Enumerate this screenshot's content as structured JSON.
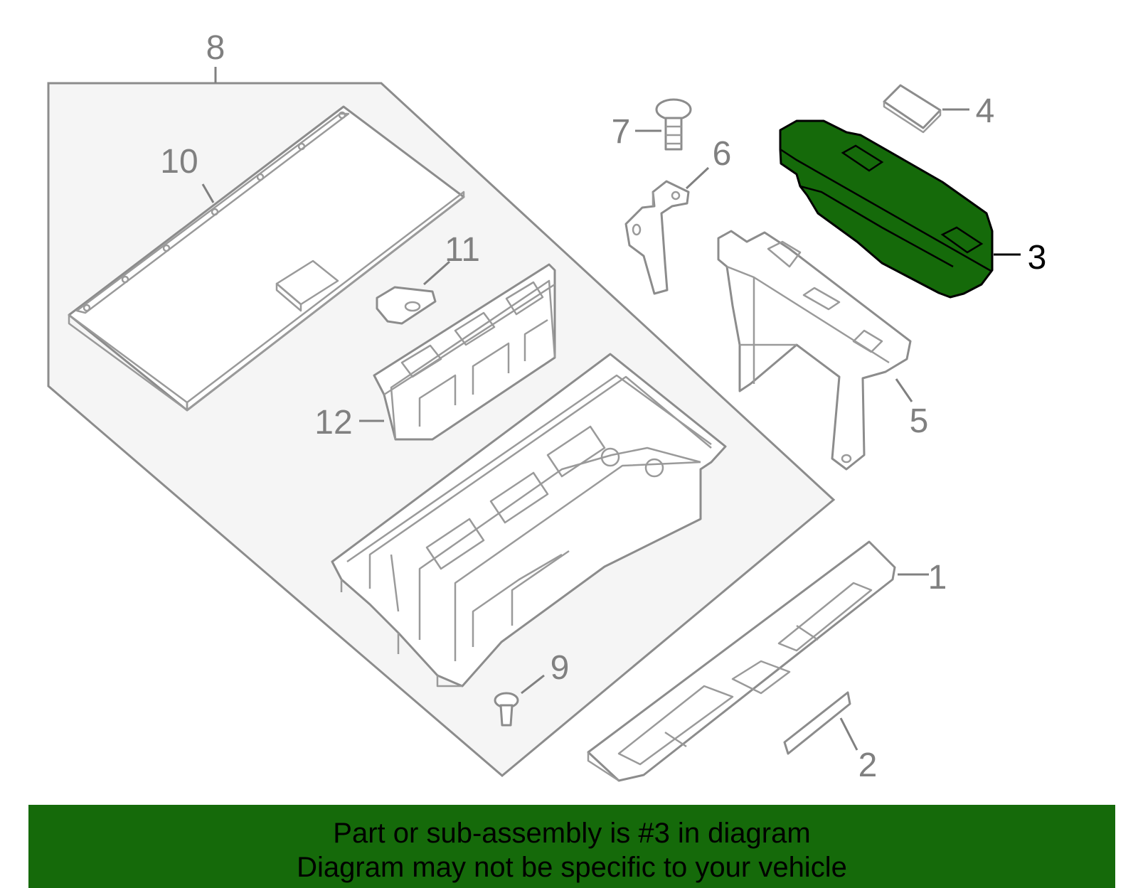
{
  "diagram": {
    "callouts": [
      {
        "number": "1",
        "name": "part-1"
      },
      {
        "number": "2",
        "name": "part-2"
      },
      {
        "number": "3",
        "name": "part-3",
        "highlighted": true
      },
      {
        "number": "4",
        "name": "part-4"
      },
      {
        "number": "5",
        "name": "part-5"
      },
      {
        "number": "6",
        "name": "part-6"
      },
      {
        "number": "7",
        "name": "part-7"
      },
      {
        "number": "8",
        "name": "part-8"
      },
      {
        "number": "9",
        "name": "part-9"
      },
      {
        "number": "10",
        "name": "part-10"
      },
      {
        "number": "11",
        "name": "part-11"
      },
      {
        "number": "12",
        "name": "part-12"
      }
    ],
    "colors": {
      "highlight_part": "#156a0a",
      "outline": "#8c8c8c",
      "assembly_fill": "#f5f5f5",
      "label": "#808080",
      "highlight_label": "#000000"
    }
  },
  "banner": {
    "line1": "Part or sub-assembly is #3 in diagram",
    "line2": "Diagram may not be specific to your vehicle",
    "background": "#156a0a"
  }
}
